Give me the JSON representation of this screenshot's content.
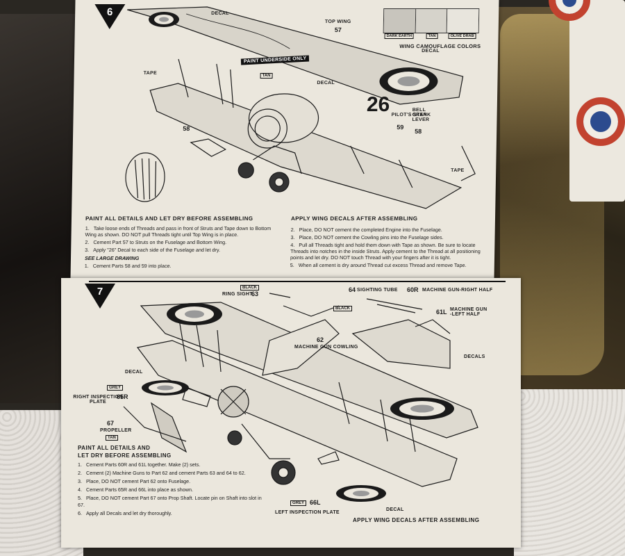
{
  "step6": {
    "number": "6",
    "labels": {
      "decal_1": "DECAL",
      "top_wing": "TOP WING",
      "top_wing_num": "57",
      "paint_underside": "PAINT UNDERSIDE ONLY",
      "tan_tag": "TAN",
      "decal_2": "DECAL",
      "decal_3": "DECAL",
      "tape_1": "TAPE",
      "tape_2": "TAPE",
      "part_58_a": "58",
      "part_58_b": "58",
      "pilots_step": "PILOT'S STEP",
      "part_59": "59",
      "bell_crank": "BELL CRANK LEVER",
      "fuselage_number": "26"
    },
    "camouflage": {
      "title": "WING CAMOUFLAGE COLORS",
      "colors": [
        "DARK EARTH",
        "TAN",
        "OLIVE DRAB"
      ]
    },
    "heading_left": "PAINT ALL DETAILS AND LET DRY BEFORE ASSEMBLING",
    "heading_right": "APPLY WING DECALS AFTER ASSEMBLING",
    "instructions_left": [
      {
        "n": "1.",
        "text": "Take loose ends of Threads and pass in front of Struts and Tape down to Bottom Wing as shown. DO NOT pull Threads tight until Top Wing is in place."
      },
      {
        "n": "2.",
        "text": "Cement Part 57 to Struts on the Fuselage and Bottom Wing."
      },
      {
        "n": "3.",
        "text": "Apply \"26\" Decal to each side of the Fuselage and let dry."
      }
    ],
    "see_large": "SEE LARGE DRAWING",
    "see_large_item": {
      "n": "1.",
      "text": "Cement Parts 58 and 59 into place."
    },
    "instructions_right": [
      {
        "n": "2.",
        "text": "Place, DO NOT cement the completed Engine into the Fuselage."
      },
      {
        "n": "3.",
        "text": "Place, DO NOT cement the Cowling pins into the Fuselage sides."
      },
      {
        "n": "4.",
        "text": "Pull all Threads tight and hold them down with Tape as shown. Be sure to locate Threads into notches in the inside Struts. Apply cement to the Thread at all positioning points and let dry. DO NOT touch Thread with your fingers after it is tight."
      },
      {
        "n": "5.",
        "text": "When all cement is dry around Thread cut excess Thread and remove Tape."
      }
    ]
  },
  "step7": {
    "number": "7",
    "labels": {
      "black_tag_1": "BLACK",
      "ring_sight": "RING SIGHT",
      "part_63": "63",
      "part_64": "64",
      "sighting_tube": "SIGHTING TUBE",
      "part_60r": "60R",
      "mg_right": "MACHINE GUN-RIGHT HALF",
      "black_tag_2": "BLACK",
      "part_61l": "61L",
      "mg_left": "MACHINE GUN -LEFT HALF",
      "part_62": "62",
      "mg_cowling": "MACHINE GUN COWLING",
      "decals": "DECALS",
      "decal_a": "DECAL",
      "grey_tag_1": "GREY",
      "right_plate": "RIGHT INSPECTION PLATE",
      "part_65r": "65R",
      "part_67": "67",
      "propeller": "PROPELLER",
      "tan_tag": "TAN",
      "grey_tag_2": "GREY",
      "part_66l": "66L",
      "left_plate": "LEFT INSPECTION PLATE",
      "decal_b": "DECAL"
    },
    "heading_left": [
      "PAINT ALL DETAILS AND",
      "LET DRY BEFORE ASSEMBLING"
    ],
    "heading_right": "APPLY WING DECALS AFTER ASSEMBLING",
    "instructions": [
      {
        "n": "1.",
        "text": "Cement Parts 60R and 61L together. Make (2) sets."
      },
      {
        "n": "2.",
        "text": "Cement (2) Machine Guns to Part 62 and cement Parts 63 and 64 to 62."
      },
      {
        "n": "3.",
        "text": "Place, DO NOT cement Part 62 onto Fuselage."
      },
      {
        "n": "4.",
        "text": "Cement Parts 65R and 66L into place as shown."
      },
      {
        "n": "5.",
        "text": "Place, DO NOT cement Part 67 onto Prop Shaft. Locate pin on Shaft into slot in 67."
      },
      {
        "n": "6.",
        "text": "Apply all Decals and let dry thoroughly."
      }
    ]
  },
  "colors": {
    "paper": "#ebe7dd",
    "ink": "#1a1a1a",
    "roundel_red": "#c2422f",
    "roundel_blue": "#2c4b8e"
  }
}
